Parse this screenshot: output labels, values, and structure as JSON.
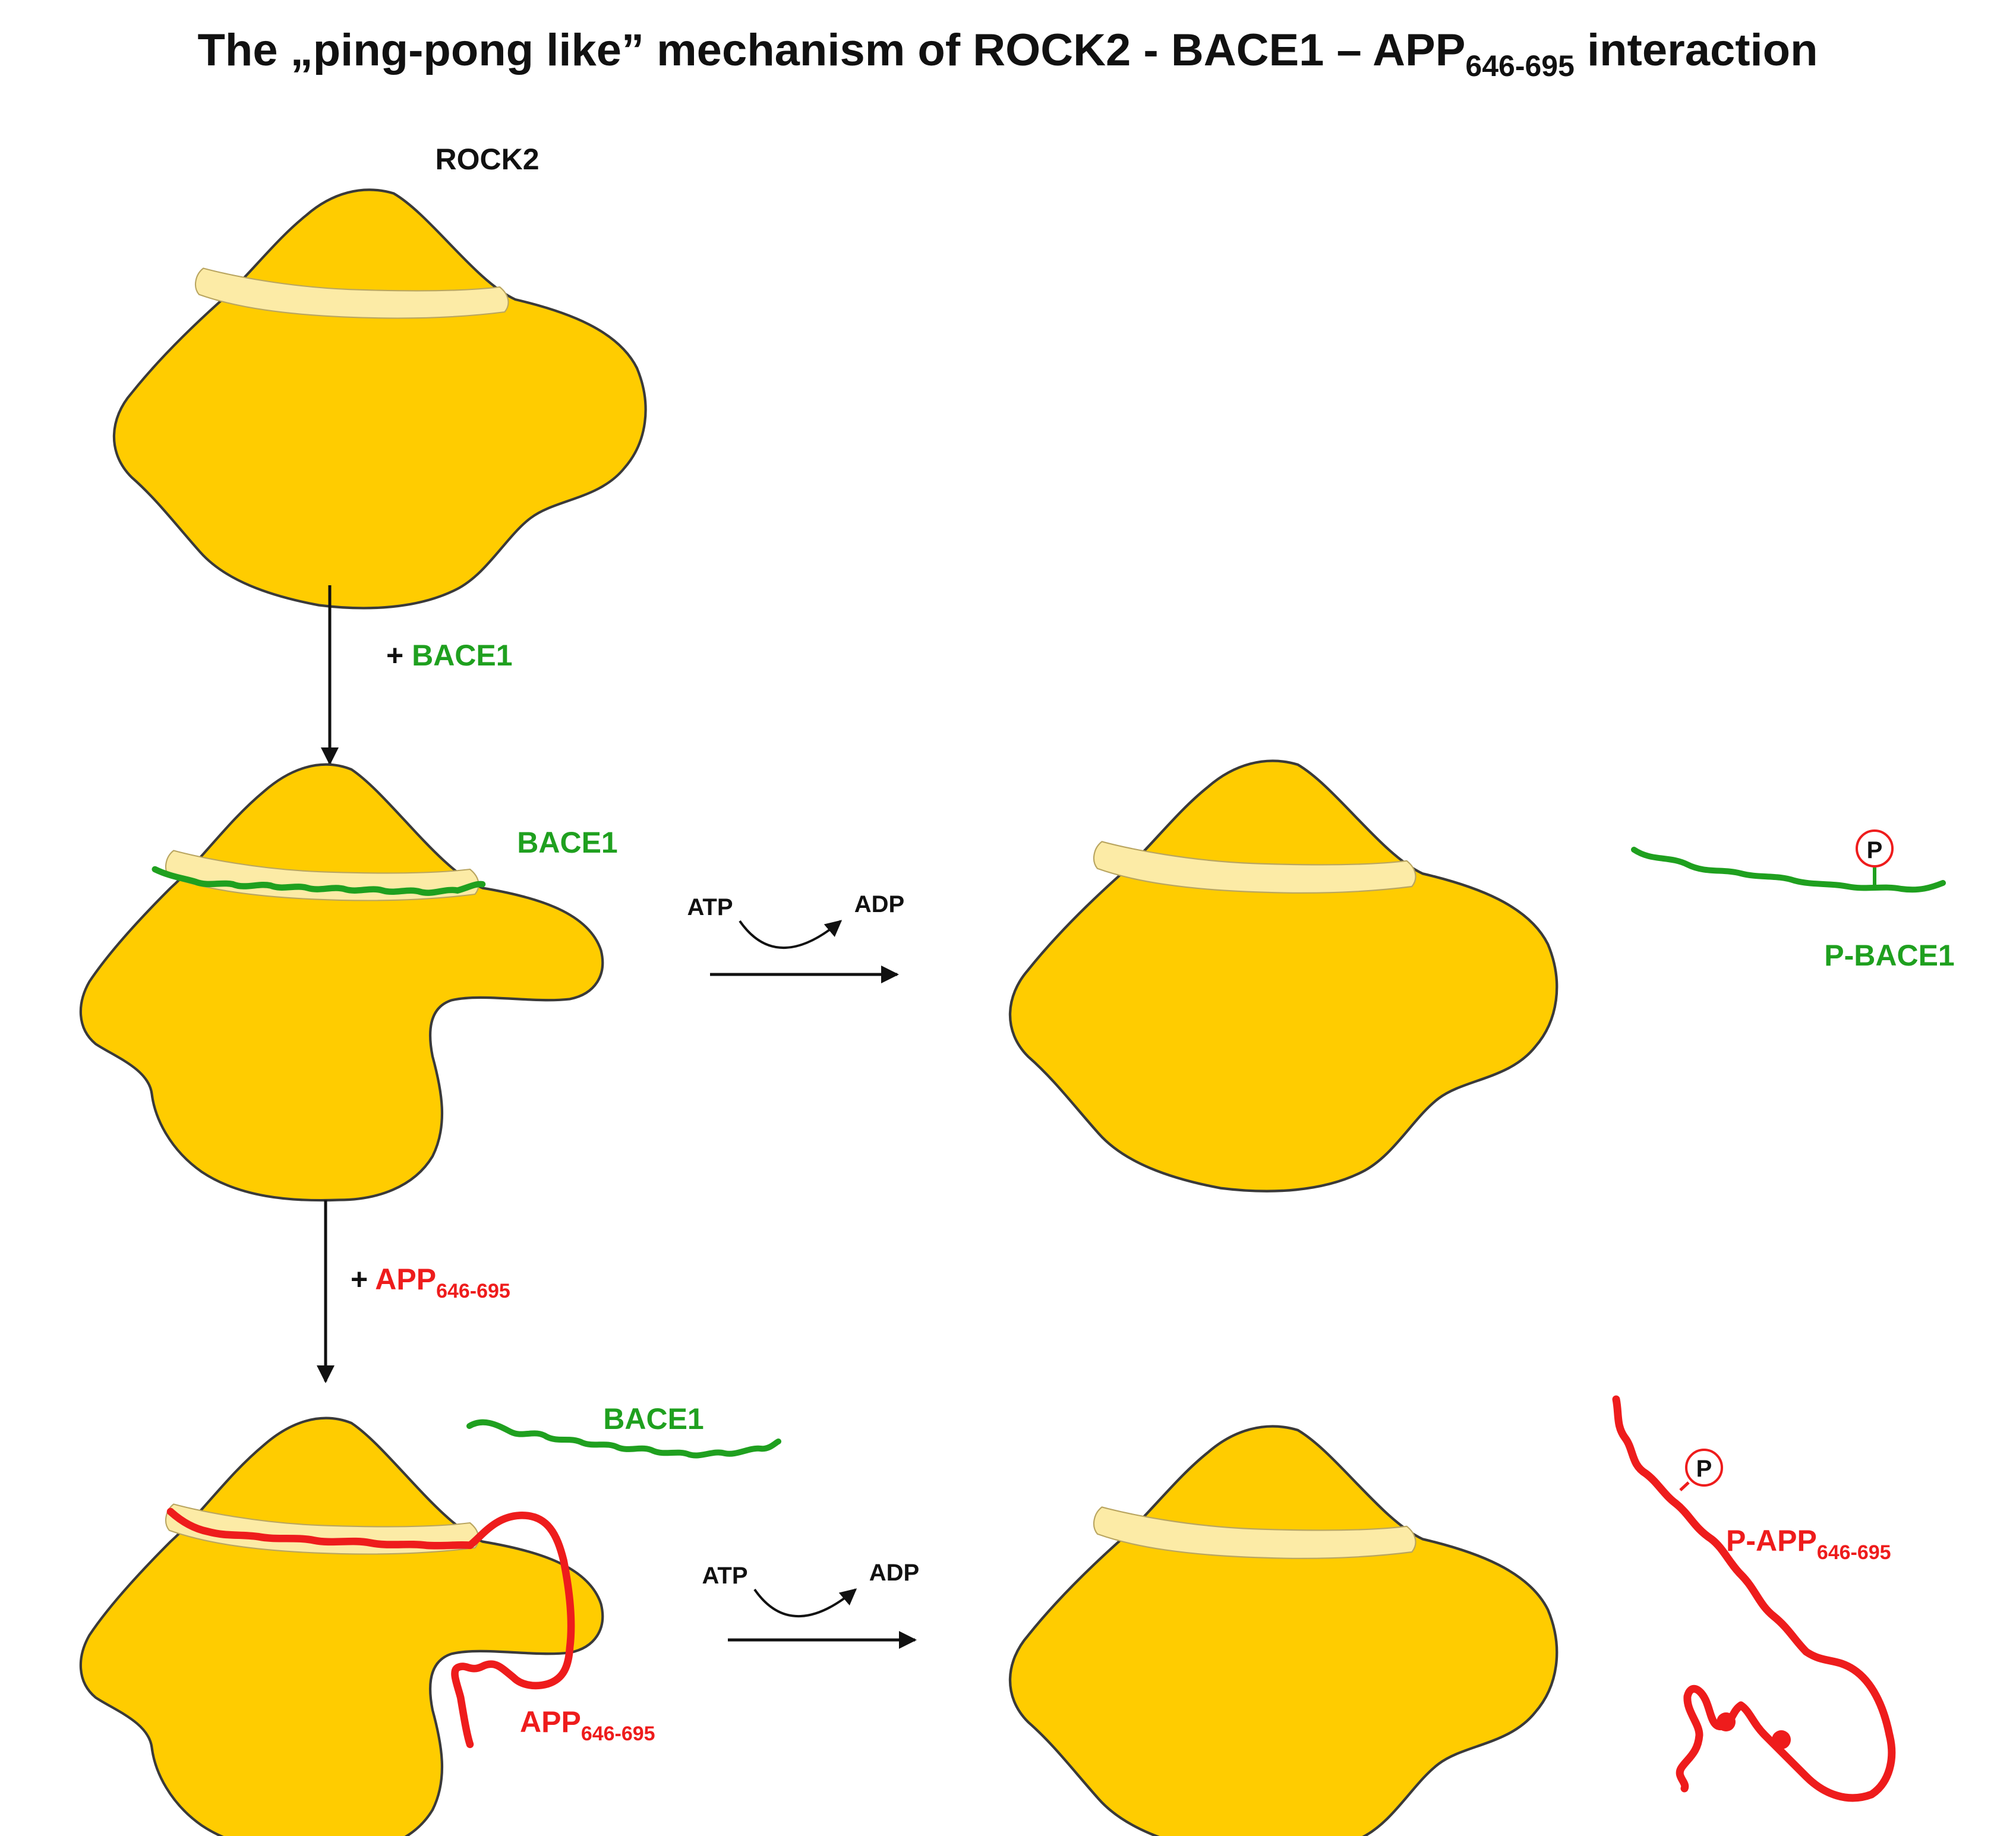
{
  "title": {
    "main": "The „ping-pong like” mechanism of ROCK2 - BACE1 – APP",
    "sub": "646-695",
    "tail": " interaction"
  },
  "labels": {
    "rock2": "ROCK2",
    "plus_bace1_sign": "+ ",
    "plus_bace1_name": "BACE1",
    "bace1_bound": "BACE1",
    "plus_app_sign": "+ ",
    "plus_app_name": "APP",
    "plus_app_sub": "646-695",
    "bace1_released": "BACE1",
    "app_bound_name": "APP",
    "app_bound_sub": "646-695",
    "p_bace1": "P-BACE1",
    "p_app_name": "P-APP",
    "p_app_sub": "646-695",
    "phospho_symbol": "P"
  },
  "reactions": [
    {
      "substrate": "ATP",
      "product": "ADP"
    },
    {
      "substrate": "ATP",
      "product": "ADP"
    }
  ],
  "colors": {
    "protein_fill": "#FFCC00",
    "protein_outline": "#3a3a3a",
    "cleft_fill": "#FCEBA6",
    "bace1": "#1FA01F",
    "app": "#EE1C1C",
    "text": "#111111",
    "arrow": "#111111"
  }
}
